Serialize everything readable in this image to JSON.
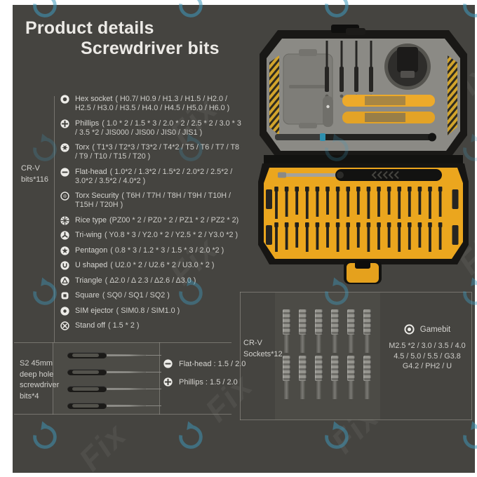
{
  "header": {
    "title_line1": "Product details",
    "title_line2": "Screwdriver bits"
  },
  "colors": {
    "panel_background": "#454440",
    "panel_light_box": "#4c4b46",
    "text": "#d5d4d0",
    "tray_yellow": "#eba61e",
    "watermark_teal": "#3e9abe"
  },
  "bits_panel": {
    "side_label_lines": [
      "CR-V",
      "bits*116"
    ],
    "items": [
      {
        "icon": "hex-socket-icon",
        "label": "Hex socket",
        "specs": "( H0.7/ H0.9 / H1.3 / H1.5 / H2.0 / H2.5 / H3.0 / H3.5 / H4.0 / H4.5 / H5.0 / H6.0 )"
      },
      {
        "icon": "phillips-icon",
        "label": "Phillips",
        "specs": "( 1.0 * 2 / 1.5 * 3 / 2.0 * 2 / 2.5 * 2 / 3.0 * 3 / 3.5 *2 / JIS000 / JIS00 / JIS0 / JIS1 )"
      },
      {
        "icon": "torx-icon",
        "label": "Torx",
        "specs": "( T1*3 / T2*3 / T3*2 / T4*2 / T5 / T6 / T7 / T8 / T9 / T10 / T15 / T20 )"
      },
      {
        "icon": "flat-head-icon",
        "label": "Flat-head",
        "specs": "( 1.0*2 / 1.3*2 / 1.5*2 / 2.0*2 / 2.5*2 / 3.0*2 / 3.5*2 / 4.0*2 )"
      },
      {
        "icon": "torx-security-icon",
        "label": "Torx Security",
        "specs": "( T6H / T7H / T8H / T9H / T10H / T15H / T20H )"
      },
      {
        "icon": "rice-type-icon",
        "label": "Rice type",
        "specs": "(PZ00 * 2 / PZ0 * 2 / PZ1 * 2 / PZ2 * 2)"
      },
      {
        "icon": "tri-wing-icon",
        "label": "Tri-wing",
        "specs": "( Y0.8 * 3 / Y2.0 * 2 / Y2.5 * 2 / Y3.0 *2 )"
      },
      {
        "icon": "pentagon-icon",
        "label": "Pentagon",
        "specs": "( 0.8 * 3 / 1.2 * 3 / 1.5 * 3 / 2.0 *2 )"
      },
      {
        "icon": "u-shaped-icon",
        "label": "U shaped",
        "specs": "( U2.0 * 2 / U2.6 * 2 / U3.0 * 2 )"
      },
      {
        "icon": "triangle-icon",
        "label": "Triangle",
        "specs": "( Δ2.0 / Δ 2.3 / Δ2.6 / Δ3.0 )"
      },
      {
        "icon": "square-icon",
        "label": "Square",
        "specs": "( SQ0 / SQ1 / SQ2 )"
      },
      {
        "icon": "sim-ejector-icon",
        "label": "SIM ejector",
        "specs": "( SIM0.8 / SIM1.0 )"
      },
      {
        "icon": "stand-off-icon",
        "label": "Stand off",
        "specs": "( 1.5 * 2 )"
      }
    ]
  },
  "s2_panel": {
    "label_lines": [
      "S2 45mm",
      "deep hole",
      "screwdriver",
      "bits*4"
    ],
    "image_bit_count": 4,
    "specs": [
      {
        "icon": "flat-head-icon",
        "text": "Flat-head :  1.5 / 2.0"
      },
      {
        "icon": "phillips-icon",
        "text": "Phillips :  1.5 / 2.0"
      }
    ]
  },
  "sockets_panel": {
    "label_lines": [
      "CR-V",
      "Sockets*12"
    ],
    "socket_count": 12,
    "rows": 2,
    "per_row": 6
  },
  "gamebit_panel": {
    "icon": "gamebit-icon",
    "label": "Gamebit",
    "spec_lines": [
      "M2.5 *2 / 3.0 / 3.5 / 4.0",
      "4.5 / 5.0 / 5.5 / G3.8",
      "G4.2 / PH2 / U"
    ]
  },
  "watermark": {
    "text": "Fix",
    "color": "#3e9abe"
  }
}
